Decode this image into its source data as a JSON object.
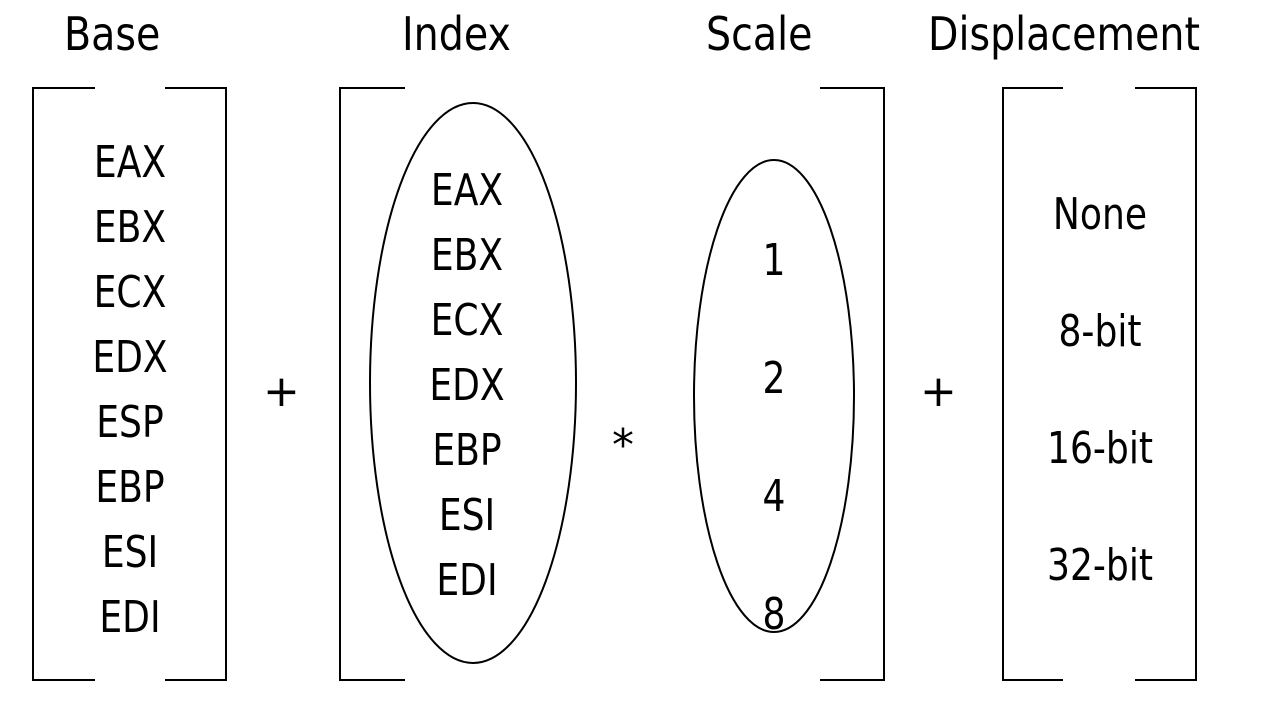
{
  "headings": {
    "base": "Base",
    "index": "Index",
    "scale": "Scale",
    "displacement": "Displacement"
  },
  "base_registers": [
    "EAX",
    "EBX",
    "ECX",
    "EDX",
    "ESP",
    "EBP",
    "ESI",
    "EDI"
  ],
  "index_registers": [
    "EAX",
    "EBX",
    "ECX",
    "EDX",
    "EBP",
    "ESI",
    "EDI"
  ],
  "scale_values": [
    "1",
    "2",
    "4",
    "8"
  ],
  "displacement_sizes": [
    "None",
    "8-bit",
    "16-bit",
    "32-bit"
  ],
  "operators": {
    "plus_1": "+",
    "times": "*",
    "plus_2": "+"
  }
}
